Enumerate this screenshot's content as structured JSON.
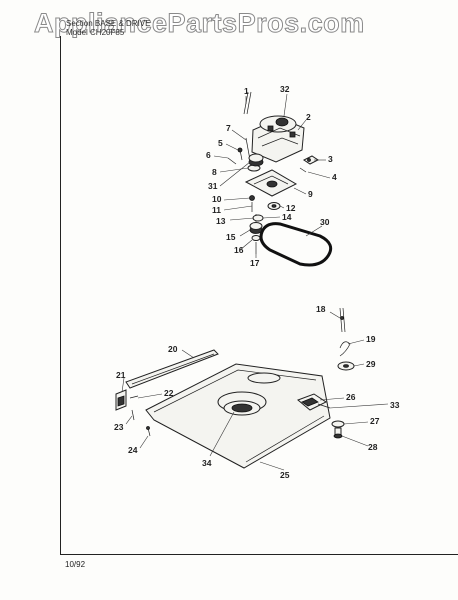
{
  "watermark": "AppliancePartsPros.com",
  "header": {
    "line1": "Section BASE & DRIVE",
    "line2": "Model CH20F85"
  },
  "footer": {
    "date": "10/92"
  },
  "callouts": {
    "c1": "1",
    "c2": "2",
    "c3": "3",
    "c4": "4",
    "c5": "5",
    "c6": "6",
    "c7": "7",
    "c8": "8",
    "c9": "9",
    "c10": "10",
    "c11": "11",
    "c12": "12",
    "c13": "13",
    "c14": "14",
    "c15": "15",
    "c16": "16",
    "c17": "17",
    "c18": "18",
    "c19": "19",
    "c20": "20",
    "c21": "21",
    "c22": "22",
    "c23": "23",
    "c24": "24",
    "c25": "25",
    "c26": "26",
    "c27": "27",
    "c28": "28",
    "c29": "29",
    "c30": "30",
    "c31": "31",
    "c32": "32",
    "c33": "33",
    "c34": "34"
  }
}
